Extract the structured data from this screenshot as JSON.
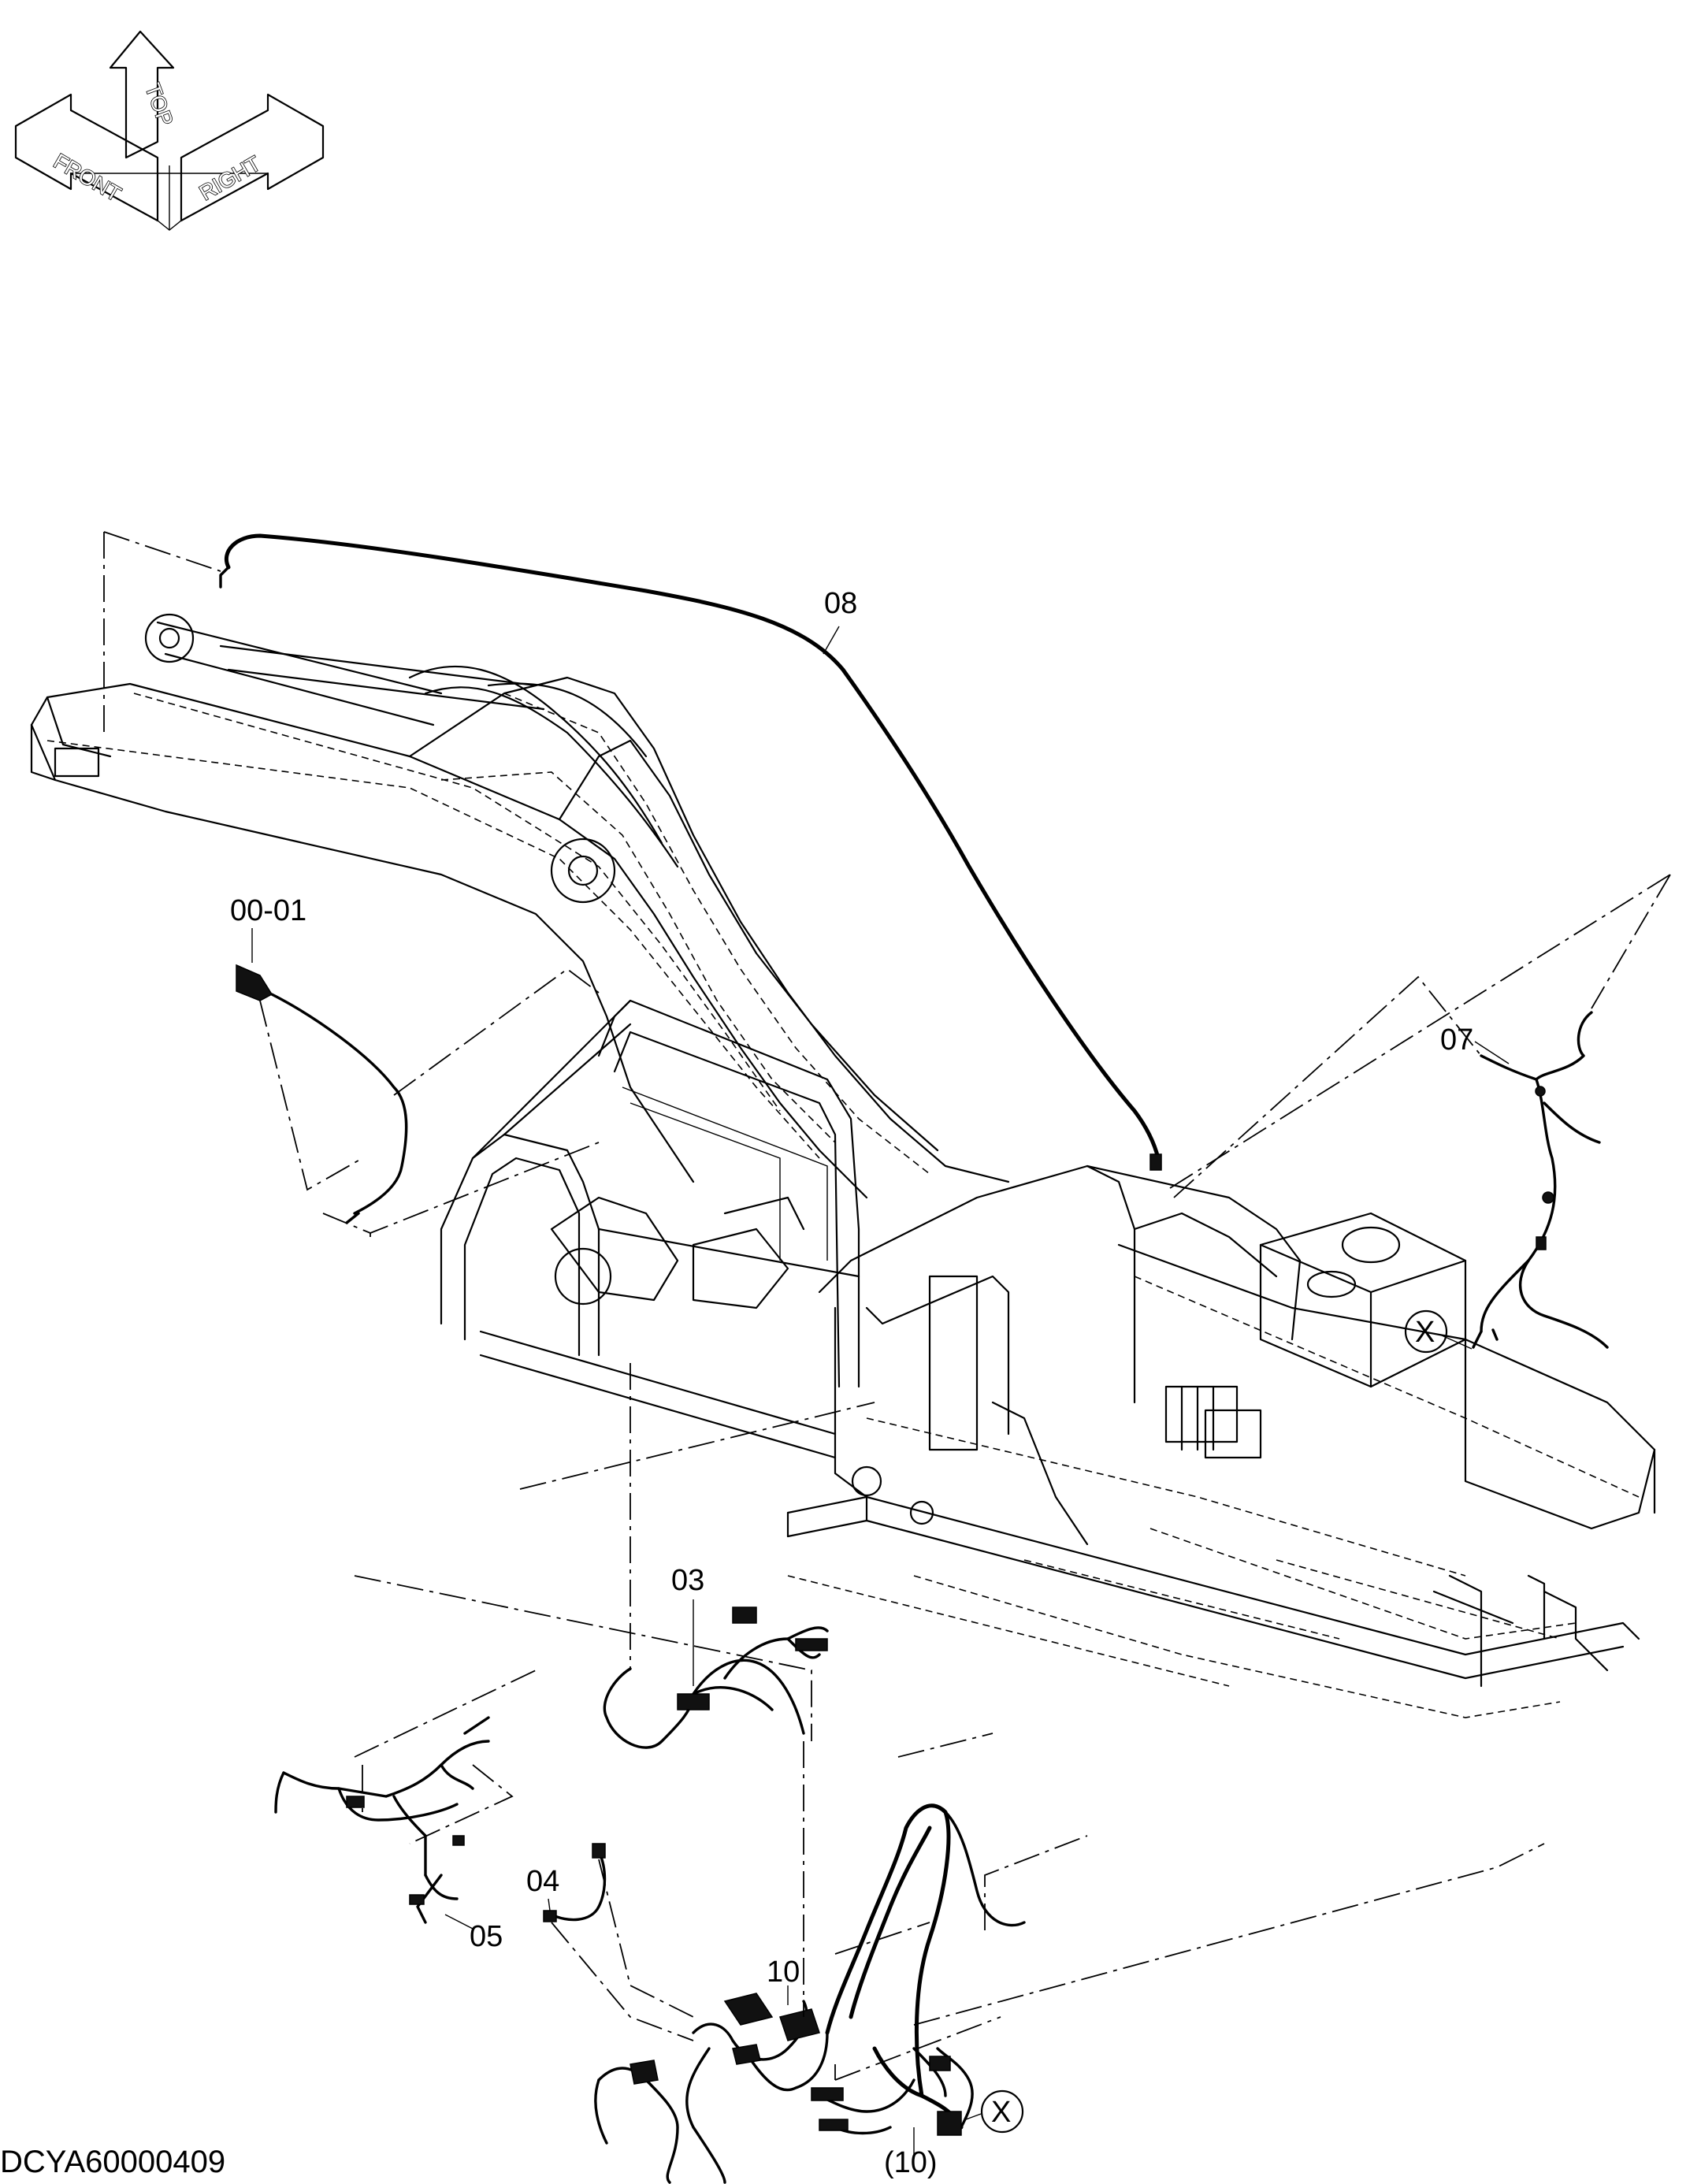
{
  "orientation": {
    "front": "FRONT",
    "top": "TOP",
    "right": "RIGHT"
  },
  "callouts": {
    "wire_08": "08",
    "harness_00_01": "00-01",
    "harness_07": "07",
    "connector_x_right": "X",
    "harness_03": "03",
    "harness_04": "04",
    "harness_05": "05",
    "harness_10": "10",
    "connector_x_bottom": "X",
    "harness_10_ref": "(10)"
  },
  "document_id": "DCYA60000409"
}
